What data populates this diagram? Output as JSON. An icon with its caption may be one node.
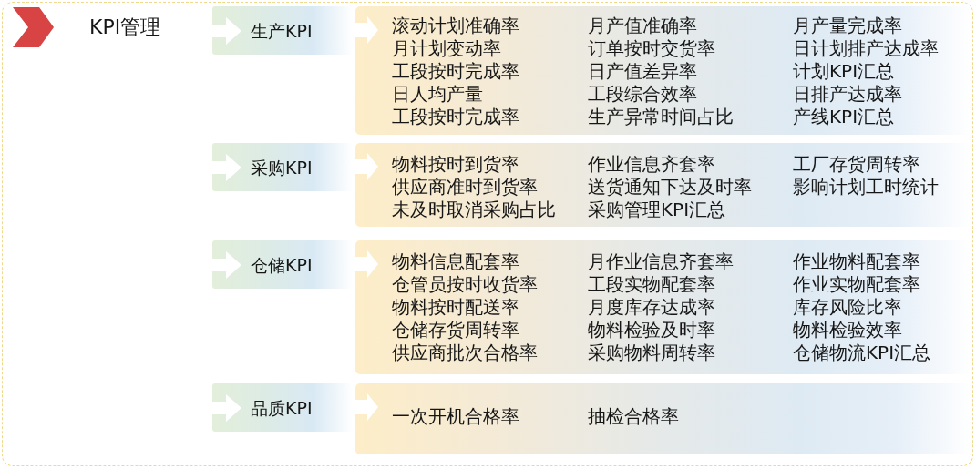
{
  "diagram": {
    "title": "KPI管理",
    "nodes": [
      {
        "text": [
          "生产KPI"
        ]
      },
      {
        "text": [
          "滚动计划准确率",
          "月产值准确率",
          "月产量完成率",
          "月计划变动率",
          "订单按时交货率",
          "日计划排产达成率",
          "工段按时完成率",
          "日产值差异率",
          "计划KPI汇总",
          "日人均产量",
          "工段综合效率",
          "日排产达成率",
          "工段按时完成率",
          "生产异常时间占比",
          "产线KPI汇总"
        ]
      },
      {
        "text": [
          "采购KPI"
        ]
      },
      {
        "text": [
          "物料按时到货率",
          "作业信息齐套率",
          "工厂存货周转率",
          "供应商准时到货率",
          "送货通知下达及时率",
          "影响计划工时统计",
          "未及时取消采购占比",
          "采购管理KPI汇总"
        ]
      },
      {
        "text": [
          "仓储KPI"
        ]
      },
      {
        "text": [
          "物料信息配套率",
          "月作业信息齐套率",
          "作业物料配套率",
          "仓管员按时收货率",
          "工段实物配套率",
          "作业实物配套率",
          "物料按时配送率",
          "月度库存达成率",
          "库存风险比率",
          "仓储存货周转率",
          "物料检验及时率",
          "物料检验效率",
          "供应商批次合格率",
          "采购物料周转率",
          "仓储物流KPI汇总"
        ]
      },
      {
        "text": [
          "品质KPI"
        ]
      },
      {
        "text": [
          "一次开机合格率",
          "抽检合格率"
        ]
      }
    ]
  }
}
